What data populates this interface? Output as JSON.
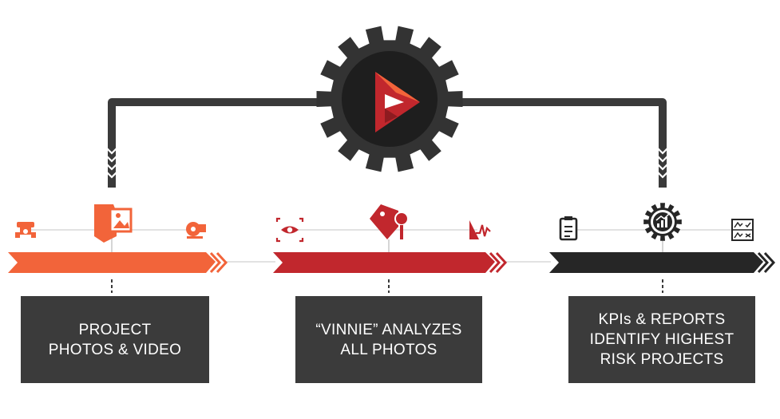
{
  "colors": {
    "orange": "#f2643a",
    "red": "#c1272d",
    "dark": "#262626",
    "gear": "#333333",
    "box": "#3b3b3b",
    "line": "#dddddd"
  },
  "icons": {
    "top": "logo-gear-icon",
    "stage1": [
      "drone-icon",
      "photo-device-icon",
      "camera-icon"
    ],
    "stage2": [
      "eye-scan-icon",
      "tag-pin-icon",
      "hazard-wave-icon"
    ],
    "stage3": [
      "clipboard-icon",
      "analytics-gear-icon",
      "report-checklist-icon"
    ]
  },
  "boxes": {
    "project": {
      "line1": "PROJECT",
      "line2": "PHOTOS & VIDEO"
    },
    "vinnie": {
      "line1": "“VINNIE” ANALYZES",
      "line2": "ALL PHOTOS"
    },
    "kpis": {
      "line1": "KPIs & REPORTS",
      "line2": "IDENTIFY HIGHEST",
      "line3": "RISK PROJECTS"
    }
  }
}
